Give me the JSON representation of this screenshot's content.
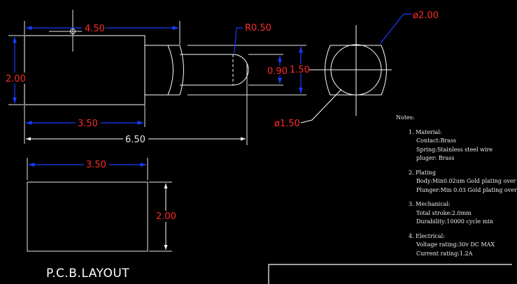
{
  "dimensions": {
    "body_length": "4.50",
    "body_height": "2.00",
    "tip_radius": "R0.50",
    "plunger_dia": "0.90",
    "neck_dia": "1.50",
    "seat_length": "3.50",
    "overall_length": "6.50",
    "outer_dia": "ø2.00",
    "inner_dia": "ø1.50",
    "pcb_width": "3.50",
    "pcb_height": "2.00"
  },
  "pcb_title": "P.C.B.LAYOUT",
  "notes": {
    "heading": "Notes:",
    "sections": [
      {
        "title": "1. Material:",
        "lines": [
          "Contact:Brass",
          "Spring:Stainless steel wire",
          "pluger: Brass"
        ]
      },
      {
        "title": "2. Plating",
        "lines": [
          "Body:Min0.02um Gold plating over",
          "Plunger:Min 0.03 Gold plating over"
        ]
      },
      {
        "title": "3. Mechanical:",
        "lines": [
          "Total stroke:2.0mm",
          "Durability:10000 cycle min"
        ]
      },
      {
        "title": "4. Electrical:",
        "lines": [
          "Voltage rating:30v DC MAX",
          "Current rating:1.2A"
        ]
      }
    ]
  },
  "colors": {
    "geometry": "#ffffff",
    "dimension_line": "#1a3cff",
    "dimension_text": "#ff2a2a",
    "background": "#000000"
  }
}
